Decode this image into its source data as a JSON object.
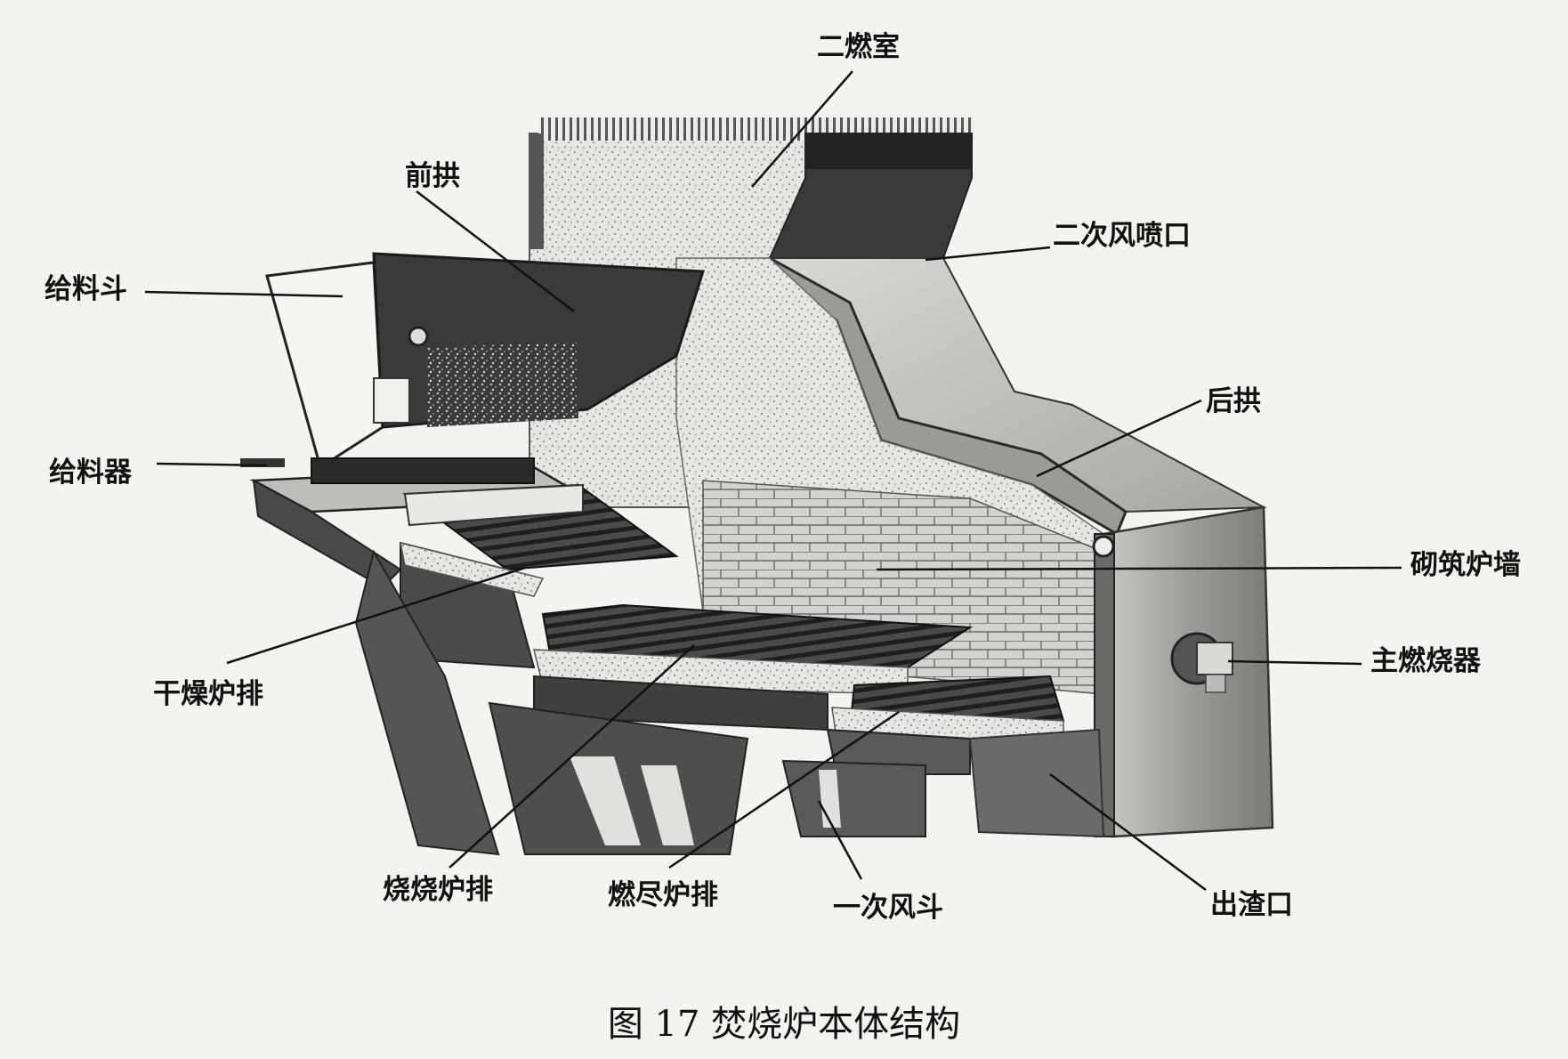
{
  "labels": {
    "secondary_chamber": "二燃室",
    "front_arch": "前拱",
    "feed_hopper": "给料斗",
    "secondary_air_nozzle": "二次风喷口",
    "rear_arch": "后拱",
    "feeder": "给料器",
    "masonry_wall": "砌筑炉墙",
    "main_burner": "主燃烧器",
    "drying_grate": "干燥炉排",
    "burning_grate": "烧烧炉排",
    "burnout_grate": "燃尽炉排",
    "primary_air_hopper": "一次风斗",
    "slag_outlet": "出渣口"
  },
  "caption": "图 17 焚烧炉本体结构"
}
